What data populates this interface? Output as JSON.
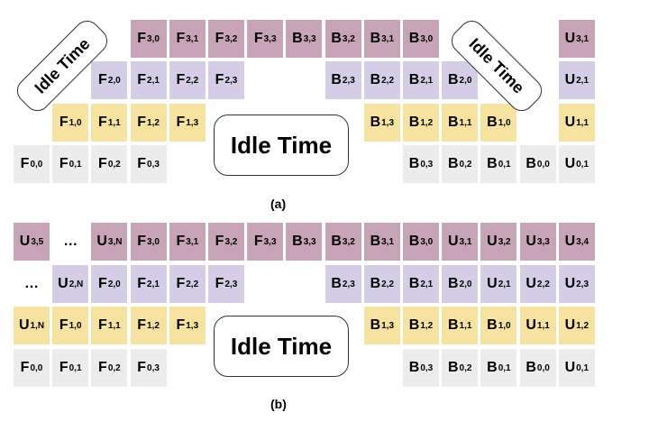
{
  "idle_label": "Idle Time",
  "captions": {
    "a": "(a)",
    "b": "(b)"
  },
  "colors": {
    "stage3": "#c6a4b6",
    "stage2": "#d3cee6",
    "stage1": "#f7e3a1",
    "stage0": "#ececec"
  },
  "diagram_a": {
    "rows": [
      [
        null,
        null,
        null,
        {
          "m": "F",
          "s": "3,0"
        },
        {
          "m": "F",
          "s": "3,1"
        },
        {
          "m": "F",
          "s": "3,2"
        },
        {
          "m": "F",
          "s": "3,3"
        },
        {
          "m": "B",
          "s": "3,3"
        },
        {
          "m": "B",
          "s": "3,2"
        },
        {
          "m": "B",
          "s": "3,1"
        },
        {
          "m": "B",
          "s": "3,0"
        },
        null,
        null,
        null,
        {
          "m": "U",
          "s": "3,1"
        }
      ],
      [
        null,
        null,
        {
          "m": "F",
          "s": "2,0"
        },
        {
          "m": "F",
          "s": "2,1"
        },
        {
          "m": "F",
          "s": "2,2"
        },
        {
          "m": "F",
          "s": "2,3"
        },
        null,
        null,
        {
          "m": "B",
          "s": "2,3"
        },
        {
          "m": "B",
          "s": "2,2"
        },
        {
          "m": "B",
          "s": "2,1"
        },
        {
          "m": "B",
          "s": "2,0"
        },
        null,
        null,
        {
          "m": "U",
          "s": "2,1"
        }
      ],
      [
        null,
        {
          "m": "F",
          "s": "1,0"
        },
        {
          "m": "F",
          "s": "1,1"
        },
        {
          "m": "F",
          "s": "1,2"
        },
        {
          "m": "F",
          "s": "1,3"
        },
        null,
        null,
        null,
        null,
        {
          "m": "B",
          "s": "1,3"
        },
        {
          "m": "B",
          "s": "1,2"
        },
        {
          "m": "B",
          "s": "1,1"
        },
        {
          "m": "B",
          "s": "1,0"
        },
        null,
        {
          "m": "U",
          "s": "1,1"
        }
      ],
      [
        {
          "m": "F",
          "s": "0,0"
        },
        {
          "m": "F",
          "s": "0,1"
        },
        {
          "m": "F",
          "s": "0,2"
        },
        {
          "m": "F",
          "s": "0,3"
        },
        null,
        null,
        null,
        null,
        null,
        null,
        {
          "m": "B",
          "s": "0,3"
        },
        {
          "m": "B",
          "s": "0,2"
        },
        {
          "m": "B",
          "s": "0,1"
        },
        {
          "m": "B",
          "s": "0,0"
        },
        {
          "m": "U",
          "s": "0,1"
        }
      ]
    ]
  },
  "diagram_b": {
    "rows": [
      [
        {
          "m": "U",
          "s": "3,5"
        },
        {
          "t": "…"
        },
        {
          "m": "U",
          "s": "3,N"
        },
        {
          "m": "F",
          "s": "3,0"
        },
        {
          "m": "F",
          "s": "3,1"
        },
        {
          "m": "F",
          "s": "3,2"
        },
        {
          "m": "F",
          "s": "3,3"
        },
        {
          "m": "B",
          "s": "3,3"
        },
        {
          "m": "B",
          "s": "3,2"
        },
        {
          "m": "B",
          "s": "3,1"
        },
        {
          "m": "B",
          "s": "3,0"
        },
        {
          "m": "U",
          "s": "3,1"
        },
        {
          "m": "U",
          "s": "3,2"
        },
        {
          "m": "U",
          "s": "3,3"
        },
        {
          "m": "U",
          "s": "3,4"
        }
      ],
      [
        {
          "t": "…"
        },
        {
          "m": "U",
          "s": "2,N"
        },
        {
          "m": "F",
          "s": "2,0"
        },
        {
          "m": "F",
          "s": "2,1"
        },
        {
          "m": "F",
          "s": "2,2"
        },
        {
          "m": "F",
          "s": "2,3"
        },
        null,
        null,
        {
          "m": "B",
          "s": "2,3"
        },
        {
          "m": "B",
          "s": "2,2"
        },
        {
          "m": "B",
          "s": "2,1"
        },
        {
          "m": "B",
          "s": "2,0"
        },
        {
          "m": "U",
          "s": "2,1"
        },
        {
          "m": "U",
          "s": "2,2"
        },
        {
          "m": "U",
          "s": "2,3"
        }
      ],
      [
        {
          "m": "U",
          "s": "1,N"
        },
        {
          "m": "F",
          "s": "1,0"
        },
        {
          "m": "F",
          "s": "1,1"
        },
        {
          "m": "F",
          "s": "1,2"
        },
        {
          "m": "F",
          "s": "1,3"
        },
        null,
        null,
        null,
        null,
        {
          "m": "B",
          "s": "1,3"
        },
        {
          "m": "B",
          "s": "1,2"
        },
        {
          "m": "B",
          "s": "1,1"
        },
        {
          "m": "B",
          "s": "1,0"
        },
        {
          "m": "U",
          "s": "1,1"
        },
        {
          "m": "U",
          "s": "1,2"
        }
      ],
      [
        {
          "m": "F",
          "s": "0,0"
        },
        {
          "m": "F",
          "s": "0,1"
        },
        {
          "m": "F",
          "s": "0,2"
        },
        {
          "m": "F",
          "s": "0,3"
        },
        null,
        null,
        null,
        null,
        null,
        null,
        {
          "m": "B",
          "s": "0,3"
        },
        {
          "m": "B",
          "s": "0,2"
        },
        {
          "m": "B",
          "s": "0,1"
        },
        {
          "m": "B",
          "s": "0,0"
        },
        {
          "m": "U",
          "s": "0,1"
        }
      ]
    ]
  }
}
